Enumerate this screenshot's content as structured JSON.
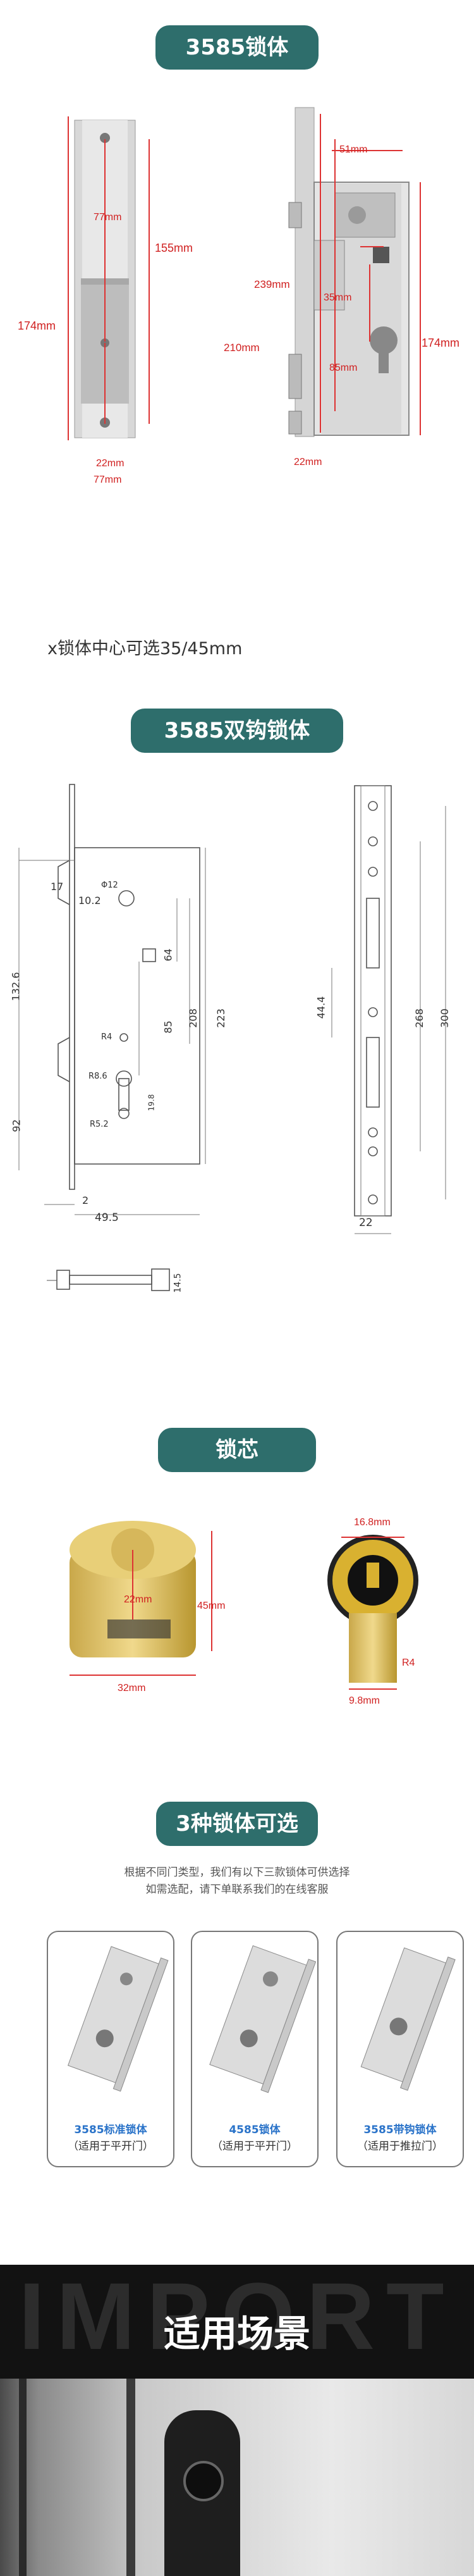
{
  "section1": {
    "title": "3585锁体",
    "dims": {
      "d77a": "77mm",
      "d155": "155mm",
      "d174l": "174mm",
      "d77b": "77mm",
      "d22l": "22mm",
      "d51": "51mm",
      "d239": "239mm",
      "d35": "35mm",
      "d210": "210mm",
      "d85": "85mm",
      "d174r": "174mm",
      "d22r": "22mm"
    },
    "note": "x锁体中心可选35/45mm"
  },
  "section2": {
    "title": "3585双钩锁体",
    "dims": {
      "d17": "17",
      "d10_2": "10.2",
      "d12": "Φ12",
      "d64": "64",
      "d132_6": "132.6",
      "d208": "208",
      "d223": "223",
      "d85": "85",
      "dR4": "R4",
      "dR8_6": "R8.6",
      "d19_8": "19.8",
      "dR5_2": "R5.2",
      "d92": "92",
      "d2": "2",
      "d49_5": "49.5",
      "d44_4": "44.4",
      "d268": "268",
      "d300": "300",
      "d22": "22",
      "d14_5": "14.5"
    }
  },
  "section3": {
    "title": "锁芯",
    "dims": {
      "d22": "22mm",
      "d45": "45mm",
      "d32": "32mm",
      "d16_8": "16.8mm",
      "dR4": "R4",
      "d9_8": "9.8mm"
    }
  },
  "section4": {
    "title": "3种锁体可选",
    "desc1": "根据不同门类型，我们有以下三款锁体可供选择",
    "desc2": "如需选配，请下单联系我们的在线客服",
    "cards": [
      {
        "name": "3585标准锁体",
        "use": "（适用于平开门）"
      },
      {
        "name": "4585锁体",
        "use": "（适用于平开门）"
      },
      {
        "name": "3585带钩锁体",
        "use": "（适用于推拉门）"
      }
    ]
  },
  "section5": {
    "bg_text": "IMPORT",
    "title": "适用场景"
  }
}
